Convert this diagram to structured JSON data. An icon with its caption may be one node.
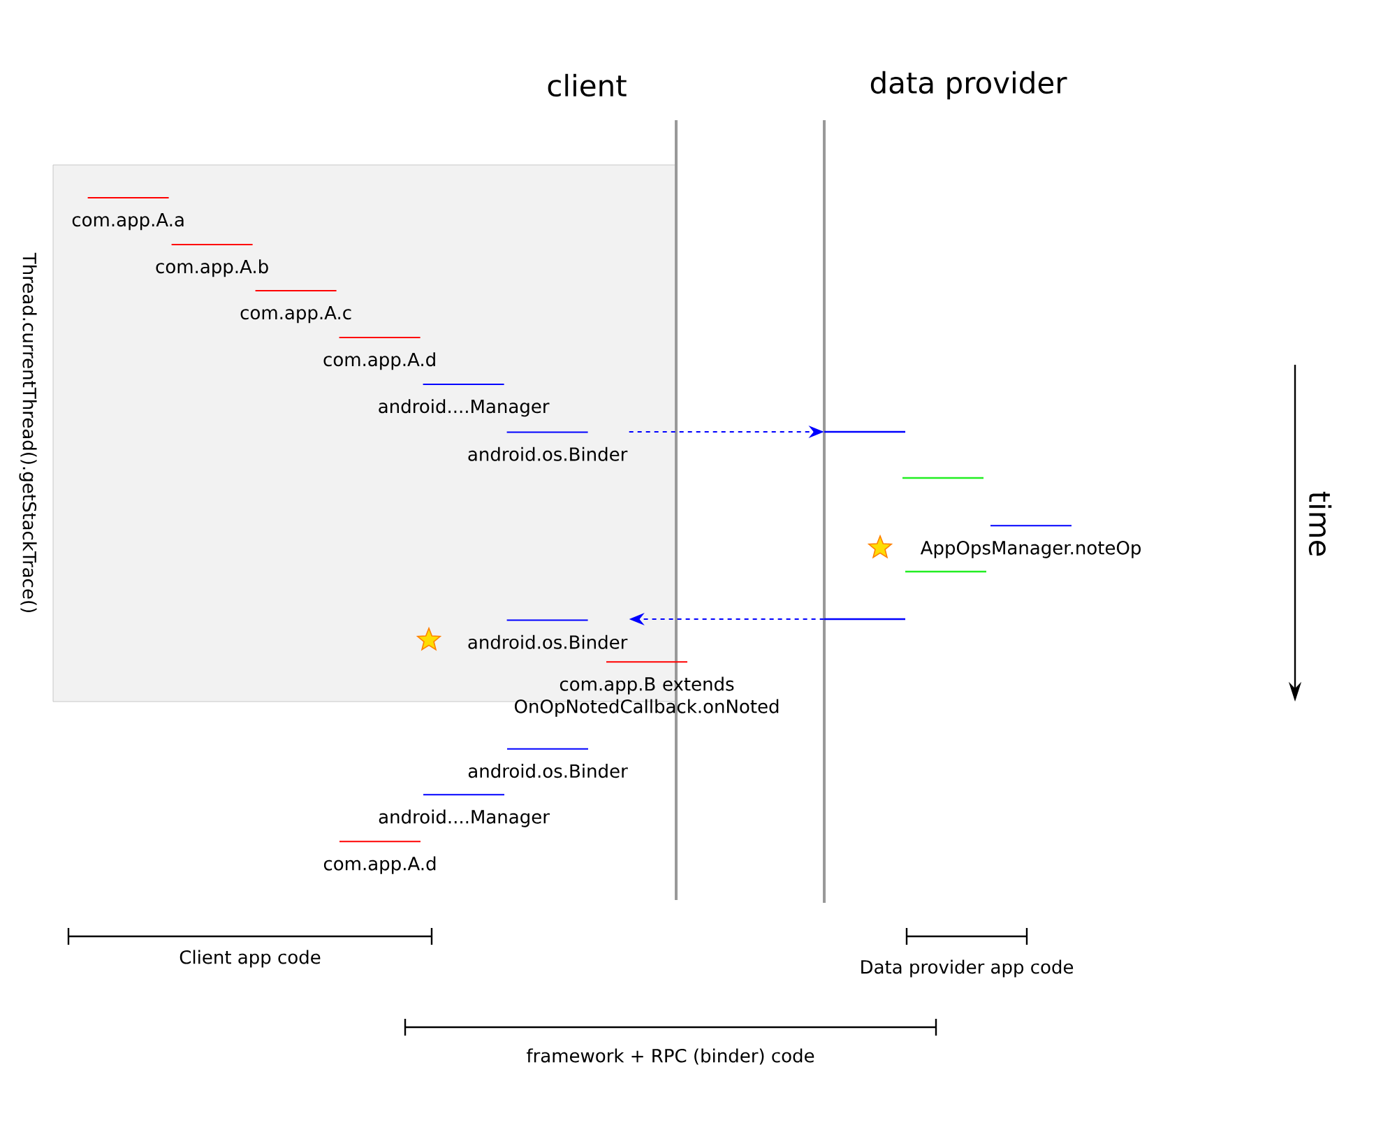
{
  "diagram": {
    "nodes": [
      {
        "text": [
          "Thread.currentThread().getStackTrace()"
        ]
      },
      {
        "text": [
          "com.app.A.a"
        ],
        "in": 0
      },
      {
        "text": [
          "com.app.A.b"
        ],
        "in": 0
      },
      {
        "text": [
          "com.app.A.c"
        ],
        "in": 0
      },
      {
        "text": [
          "com.app.A.d"
        ],
        "in": 0
      },
      {
        "text": [
          "android....Manager"
        ],
        "in": 0
      },
      {
        "text": [
          "android.os.Binder"
        ],
        "in": 0
      },
      {
        "text": [],
        "shape": "bar"
      },
      {
        "text": [],
        "shape": "bar"
      },
      {
        "text": [
          "AppOpsManager.noteOp"
        ]
      },
      {
        "text": [],
        "shape": "bar"
      },
      {
        "text": [],
        "shape": "bar"
      },
      {
        "text": [
          "android.os.Binder"
        ],
        "in": 0
      },
      {
        "text": [
          "com.app.B extends OnOpNotedCallback.onNoted"
        ]
      },
      {
        "text": [
          "android.os.Binder"
        ]
      },
      {
        "text": [
          "android....Manager"
        ]
      },
      {
        "text": [
          "com.app.A.d"
        ]
      }
    ],
    "edges": [
      {
        "from": 6,
        "to": 7,
        "arrow": "to",
        "style": "dashed"
      },
      {
        "from": 11,
        "to": 12,
        "arrow": "to",
        "style": "dashed"
      }
    ],
    "labels": [
      "client",
      "data provider",
      "time",
      "Client app code",
      "Data provider app code",
      "framework + RPC (binder) code"
    ]
  }
}
